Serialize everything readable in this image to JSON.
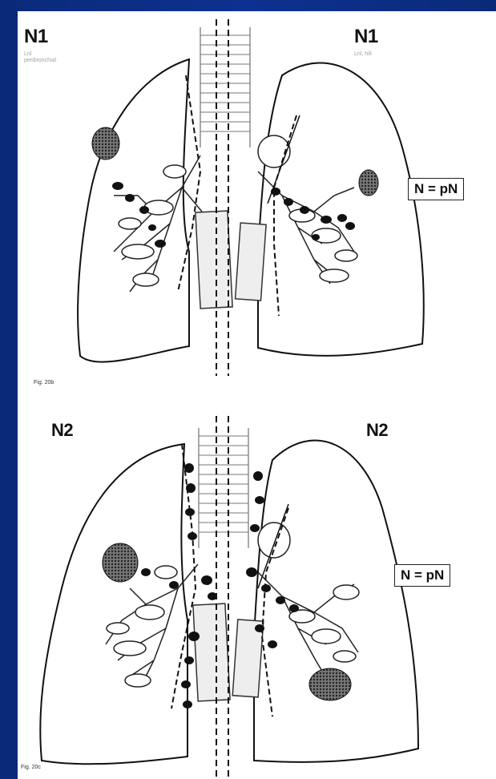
{
  "figure_top": {
    "left_label": "N1",
    "left_sublabel": "Lnl\nperibronchial",
    "right_label": "N1",
    "right_sublabel": "Lnl, hili",
    "equation": "N = pN",
    "caption": "Fig. 20b"
  },
  "figure_bottom": {
    "left_label": "N2",
    "right_label": "N2",
    "equation": "N = pN",
    "caption": "Fig. 20c"
  },
  "colors": {
    "background": "#0d3190",
    "panel": "#ffffff",
    "ink": "#111111"
  }
}
